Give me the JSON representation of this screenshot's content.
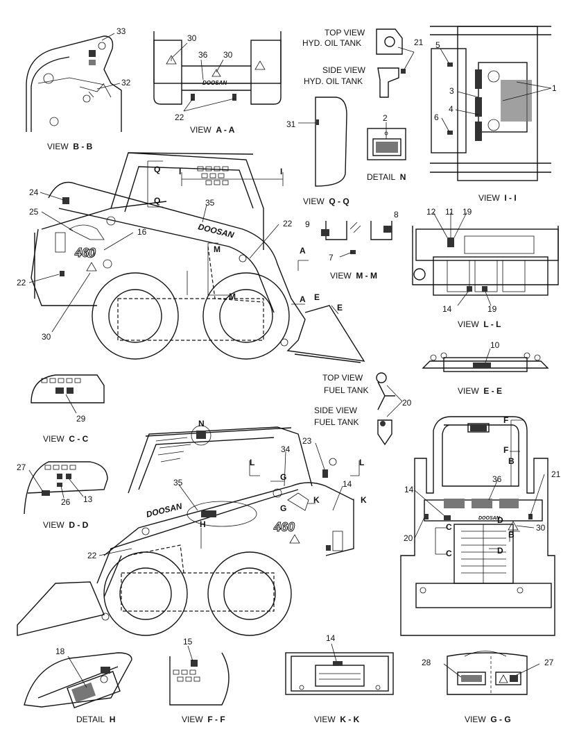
{
  "views": {
    "bb": {
      "name": "VIEW",
      "id": "B - B"
    },
    "aa": {
      "name": "VIEW",
      "id": "A - A"
    },
    "qq": {
      "name": "VIEW",
      "id": "Q - Q"
    },
    "n": {
      "name": "DETAIL",
      "id": "N"
    },
    "ii": {
      "name": "VIEW",
      "id": "I - I"
    },
    "mm": {
      "name": "VIEW",
      "id": "M - M"
    },
    "ll": {
      "name": "VIEW",
      "id": "L - L"
    },
    "cc": {
      "name": "VIEW",
      "id": "C - C"
    },
    "ee": {
      "name": "VIEW",
      "id": "E - E"
    },
    "dd": {
      "name": "VIEW",
      "id": "D - D"
    },
    "h": {
      "name": "DETAIL",
      "id": "H"
    },
    "ff": {
      "name": "VIEW",
      "id": "F - F"
    },
    "kk": {
      "name": "VIEW",
      "id": "K - K"
    },
    "gg": {
      "name": "VIEW",
      "id": "G - G"
    }
  },
  "captions": {
    "top_hyd_1": "TOP VIEW",
    "top_hyd_2": "HYD. OIL TANK",
    "side_hyd_1": "SIDE VIEW",
    "side_hyd_2": "HYD. OIL TANK",
    "top_fuel_1": "TOP VIEW",
    "top_fuel_2": "FUEL TANK",
    "side_fuel_1": "SIDE VIEW",
    "side_fuel_2": "FUEL TANK"
  },
  "brand": "DOOSAN",
  "model": "460",
  "callouts": {
    "c33": "33",
    "c32": "32",
    "c30a": "30",
    "c36a": "36",
    "c30b": "30",
    "c22a": "22",
    "c21a": "21",
    "c31": "31",
    "c2": "2",
    "c5": "5",
    "c3": "3",
    "c1": "1",
    "c4": "4",
    "c6": "6",
    "c24": "24",
    "c25": "25",
    "c16": "16",
    "c35a": "35",
    "c22b": "22",
    "c22c": "22",
    "c30c": "30",
    "c9": "9",
    "c8": "8",
    "c7": "7",
    "c12": "12",
    "c11": "11",
    "c19a": "19",
    "c14a": "14",
    "c19b": "19",
    "c10": "10",
    "c29": "29",
    "c20a": "20",
    "c27a": "27",
    "c26": "26",
    "c13": "13",
    "c23": "23",
    "c34": "34",
    "c35b": "35",
    "c22d": "22",
    "c14b": "14",
    "c14c": "14",
    "c36b": "36",
    "c21b": "21",
    "c20b": "20",
    "c30d": "30",
    "c18": "18",
    "c15": "15",
    "c14d": "14",
    "c28": "28",
    "c27b": "27"
  },
  "section_letters": {
    "q1": "Q",
    "q2": "Q",
    "i1": "I",
    "i2": "I",
    "m1": "M",
    "m2": "M",
    "a1": "A",
    "a2": "A",
    "e1": "E",
    "e2": "E",
    "n1": "N",
    "l1": "L",
    "l2": "L",
    "g1": "G",
    "g2": "G",
    "h1": "H",
    "k1": "K",
    "k2": "K",
    "f1": "F",
    "f2": "F",
    "b1": "B",
    "b2": "B",
    "c1": "C",
    "c2": "C",
    "d1": "D",
    "d2": "D"
  }
}
